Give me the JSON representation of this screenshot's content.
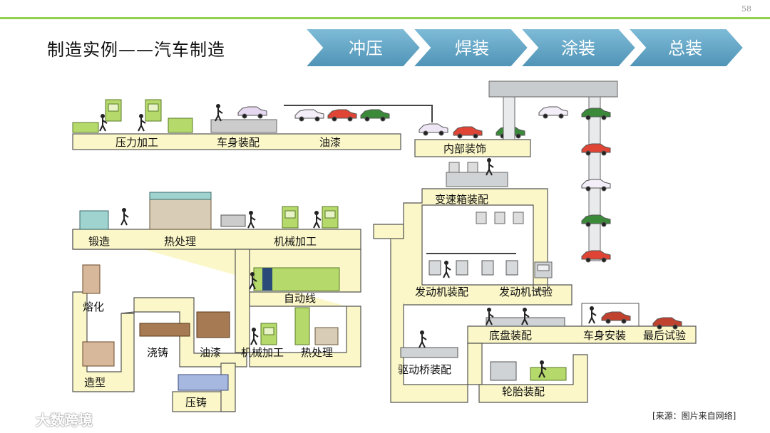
{
  "header": {
    "page_number": "58",
    "title": "制造实例——汽车制造",
    "steps": [
      "冲压",
      "焊装",
      "涂装",
      "总装"
    ],
    "accent_color": "#92d050",
    "step_color": "#5aa2c4"
  },
  "diagram": {
    "labels": {
      "press": "压力加工",
      "body_assembly": "车身装配",
      "paint_top": "油漆",
      "interior": "内部装饰",
      "gearbox": "变速箱装配",
      "forging": "锻造",
      "heat_treat_top": "热处理",
      "machining_top": "机械加工",
      "auto_line": "自动线",
      "melting": "熔化",
      "casting": "浇铸",
      "paint_bottom": "油漆",
      "machining_bottom": "机械加工",
      "heat_treat_bottom": "热处理",
      "molding": "造型",
      "die_casting": "压铸",
      "engine_assembly": "发动机装配",
      "engine_test": "发动机试验",
      "chassis_assembly": "底盘装配",
      "body_mount": "车身安装",
      "final_test": "最后试验",
      "drive_axle": "驱动桥装配",
      "tire_assembly": "轮胎装配"
    }
  },
  "footer": {
    "credit": "[来源：图片来自网络]",
    "watermark": "大数跨境"
  }
}
